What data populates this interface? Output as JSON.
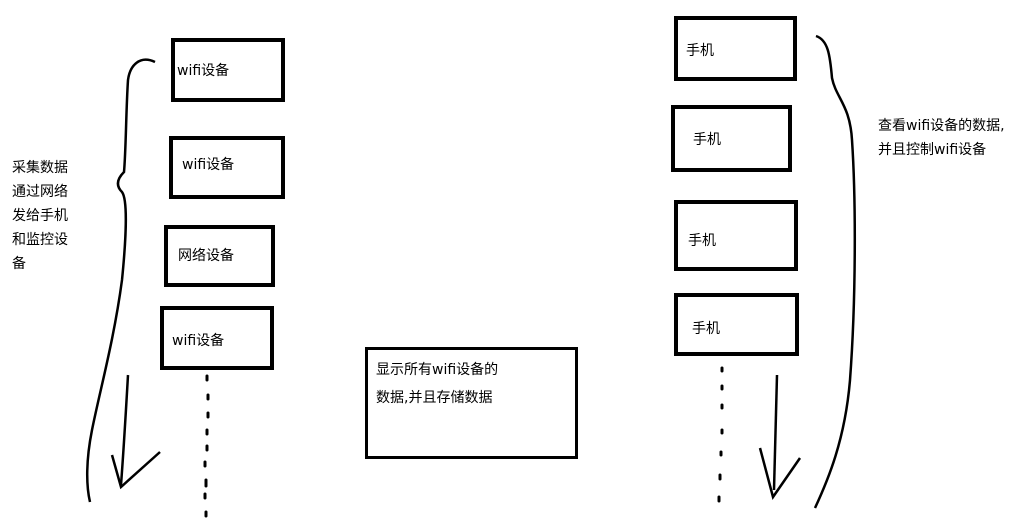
{
  "left_devices": [
    "wifi设备",
    "wifi设备",
    "网络设备",
    "wifi设备"
  ],
  "left_note": [
    "采集数据",
    "通过网络",
    "发给手机",
    "和监控设",
    "备"
  ],
  "center_box": [
    "显示所有wifi设备的",
    "数据,并且存储数据"
  ],
  "right_phones": [
    "手机",
    "手机",
    "手机",
    "手机"
  ],
  "right_note": [
    "查看wifi设备的数据,",
    "并且控制wifi设备"
  ]
}
